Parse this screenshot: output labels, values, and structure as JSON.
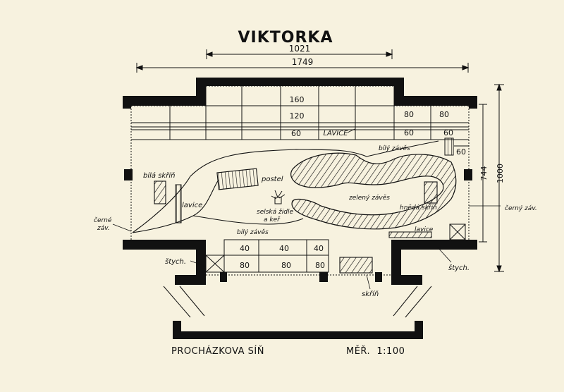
{
  "title": "VIKTORKA",
  "footer": {
    "hall": "PROCHÁZKOVA SÍŇ",
    "scale": "MĚŘ.  1:100"
  },
  "dimensions": {
    "inner": "1021",
    "outer": "1749",
    "depth1": "744",
    "depth2": "1000"
  },
  "stage_rows": {
    "r160": "160",
    "r120": "120",
    "r60": "60",
    "lavice_top": "LAVICE"
  },
  "right_grid": {
    "a": "80",
    "b": "80",
    "c": "60",
    "d": "60",
    "e": "60"
  },
  "front_blocks": {
    "a": "40",
    "b": "40",
    "c": "40",
    "d": "80",
    "e": "80",
    "f": "80"
  },
  "labels": {
    "bila_skrin": "bílá skříň",
    "lavice_left": "lavice",
    "postel": "postel",
    "selska_zidle": "selská židle",
    "a_ker": "a keř",
    "bily_zaves_top": "bílý závěs",
    "bily_zaves_bottom": "bílý závěs",
    "zeleny_zaves": "zelený závěs",
    "hneda_skrin": "hnědá skříň",
    "lavice_right": "lavice",
    "cerne_zav_left1": "černé",
    "cerne_zav_left2": "záv.",
    "cerny_zav_right": "černý záv.",
    "stych_left": "štych.",
    "stych_right": "štych.",
    "skrin_bottom": "skříň"
  },
  "colors": {
    "paper": "#f7f2df",
    "ink": "#111111"
  }
}
